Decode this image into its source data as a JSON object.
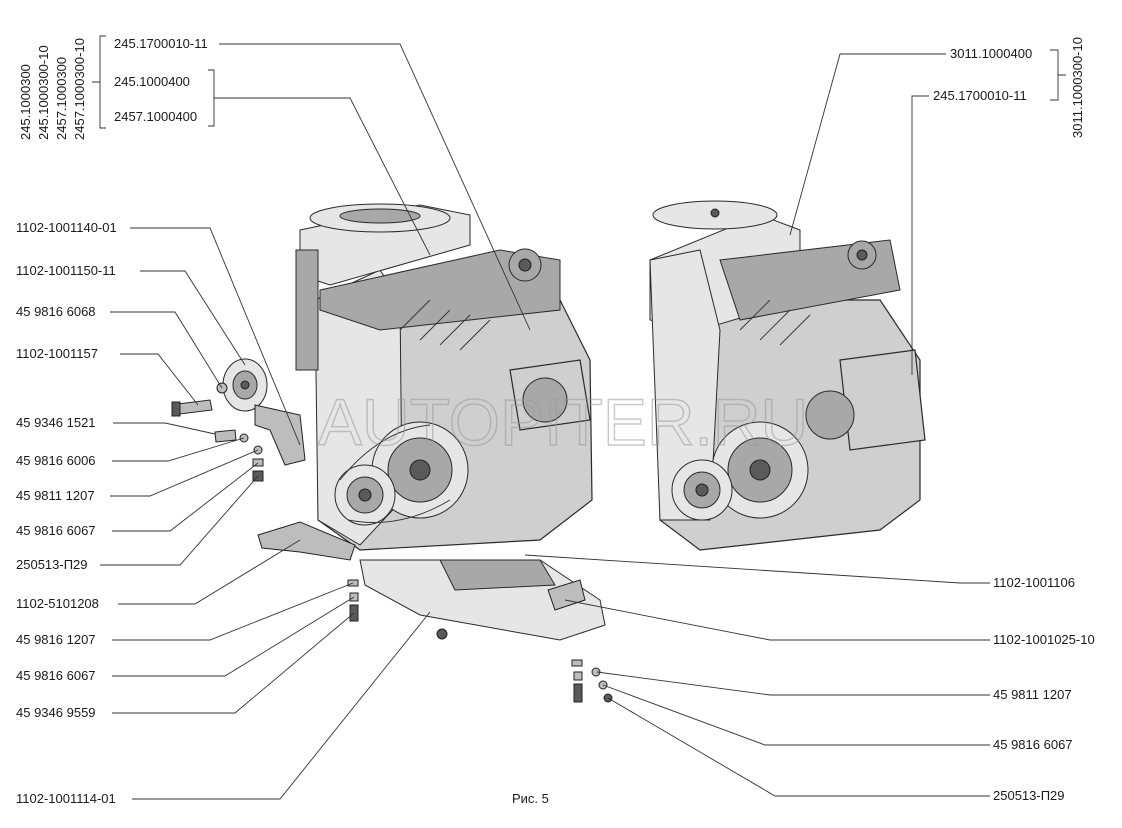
{
  "figure_caption": "Рис. 5",
  "watermark": "AUTOPITER.RU",
  "left_variants": [
    "245.1000300",
    "245.1000300-10",
    "2457.1000300",
    "2457.1000300-10"
  ],
  "right_variant": "3011.1000300-10",
  "labels_top_left": [
    "245.1700010-11",
    "245.1000400",
    "2457.1000400"
  ],
  "labels_top_right": [
    "3011.1000400",
    "245.1700010-11"
  ],
  "labels_left": [
    "1102-1001140-01",
    "1102-1001150-11",
    "45 9816 6068",
    "1102-1001157",
    "45 9346 1521",
    "45 9816 6006",
    "45 9811 1207",
    "45 9816 6067",
    "250513-П29",
    "1102-5101208",
    "45 9816 1207",
    "45 9816 6067",
    "45 9346 9559",
    "1102-1001114-01"
  ],
  "labels_right": [
    "1102-1001106",
    "1102-1001025-10",
    "45 9811 1207",
    "45 9816 6067",
    "250513-П29"
  ]
}
